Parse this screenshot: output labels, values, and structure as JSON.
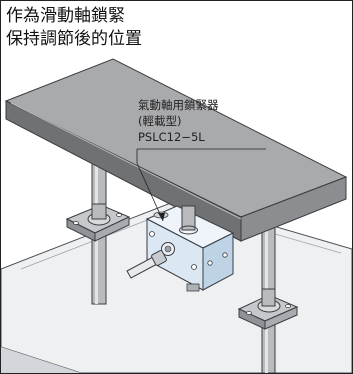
{
  "caption": {
    "line1": "作為滑動軸鎖緊",
    "line2": "保持調節後的位置"
  },
  "callout": {
    "line1": "氣動軸用鎖緊器",
    "line2": "(輕載型)",
    "model": "PSLC12−5L"
  },
  "colors": {
    "plate_top": "#a9aaac",
    "plate_side": "#6f7173",
    "base_plate": "#eef0f2",
    "shaft": "#b9bbbd",
    "lock_block": "#dbe7f3",
    "lock_outline": "#3a3d42"
  }
}
